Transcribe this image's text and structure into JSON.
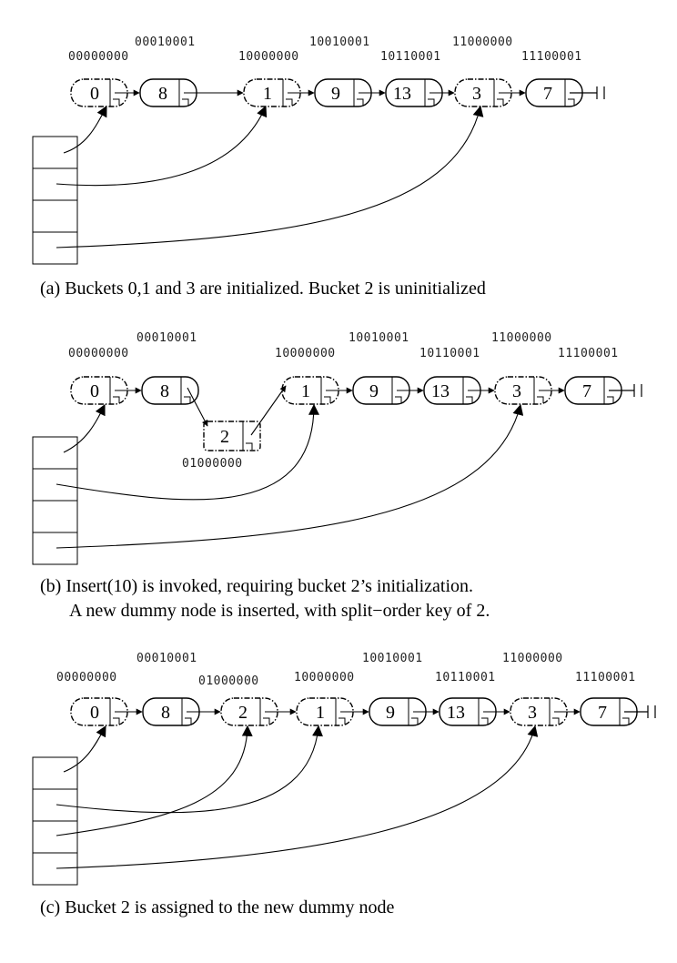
{
  "panels": [
    {
      "id": "a",
      "caption": "(a) Buckets 0,1 and 3 are initialized. Bucket 2 is uninitialized",
      "nodes": [
        {
          "value": "0",
          "key": "00000000",
          "dummy": true
        },
        {
          "value": "8",
          "key": "00010001",
          "dummy": false
        },
        {
          "value": "1",
          "key": "10000000",
          "dummy": true
        },
        {
          "value": "9",
          "key": "10010001",
          "dummy": false
        },
        {
          "value": "13",
          "key": "10110001",
          "dummy": false
        },
        {
          "value": "3",
          "key": "11000000",
          "dummy": true
        },
        {
          "value": "7",
          "key": "11100001",
          "dummy": false
        }
      ],
      "bucket_pointers": [
        {
          "bucket": 0,
          "node": "0"
        },
        {
          "bucket": 1,
          "node": "1"
        },
        {
          "bucket": 3,
          "node": "3"
        }
      ]
    },
    {
      "id": "b",
      "caption_line1": "(b) Insert(10) is invoked, requiring bucket 2’s initialization.",
      "caption_line2": "A new dummy node is inserted, with split−order key of 2.",
      "nodes": [
        {
          "value": "0",
          "key": "00000000",
          "dummy": true
        },
        {
          "value": "8",
          "key": "00010001",
          "dummy": false
        },
        {
          "value": "1",
          "key": "10000000",
          "dummy": true
        },
        {
          "value": "9",
          "key": "10010001",
          "dummy": false
        },
        {
          "value": "13",
          "key": "10110001",
          "dummy": false
        },
        {
          "value": "3",
          "key": "11000000",
          "dummy": true
        },
        {
          "value": "7",
          "key": "11100001",
          "dummy": false
        }
      ],
      "new_node": {
        "value": "2",
        "key": "01000000",
        "dummy": true
      },
      "bucket_pointers": [
        {
          "bucket": 0,
          "node": "0"
        },
        {
          "bucket": 1,
          "node": "1"
        },
        {
          "bucket": 3,
          "node": "3"
        }
      ]
    },
    {
      "id": "c",
      "caption": "(c) Bucket 2 is assigned to the new dummy node",
      "nodes": [
        {
          "value": "0",
          "key": "00000000",
          "dummy": true
        },
        {
          "value": "8",
          "key": "00010001",
          "dummy": false
        },
        {
          "value": "2",
          "key": "01000000",
          "dummy": true
        },
        {
          "value": "1",
          "key": "10000000",
          "dummy": true
        },
        {
          "value": "9",
          "key": "10010001",
          "dummy": false
        },
        {
          "value": "13",
          "key": "10110001",
          "dummy": false
        },
        {
          "value": "3",
          "key": "11000000",
          "dummy": true
        },
        {
          "value": "7",
          "key": "11100001",
          "dummy": false
        }
      ],
      "bucket_pointers": [
        {
          "bucket": 0,
          "node": "0"
        },
        {
          "bucket": 1,
          "node": "1"
        },
        {
          "bucket": 2,
          "node": "2"
        },
        {
          "bucket": 3,
          "node": "3"
        }
      ]
    }
  ]
}
